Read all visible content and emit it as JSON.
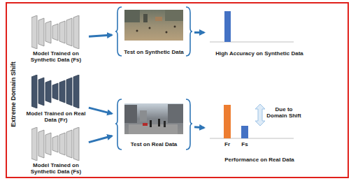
{
  "diagram": {
    "nodes": [
      {
        "text": [
          "Extreme Domain Shift"
        ]
      },
      {
        "text": [
          "Model Trained on Synthetic Data (Fs)"
        ],
        "in": 0
      },
      {
        "text": [
          "Test on Synthetic Data"
        ],
        "in": 0
      },
      {
        "text": [
          "High Accuracy on Synthetic Data"
        ],
        "in": 0
      },
      {
        "text": [
          "Model Trained on Real Data (Fr)"
        ],
        "in": 0
      },
      {
        "text": [
          "Model Trained on Synthetic Data (Fs)"
        ],
        "in": 0
      },
      {
        "text": [
          "Test on Real Data"
        ],
        "in": 0
      },
      {
        "text": [
          "Performance on Real Data"
        ],
        "in": 0
      }
    ],
    "edges": [
      {
        "from": 1,
        "to": 2,
        "arrow": "to"
      },
      {
        "from": 2,
        "to": 3,
        "arrow": "to"
      },
      {
        "from": 4,
        "to": 6,
        "arrow": "to"
      },
      {
        "from": 5,
        "to": 6,
        "arrow": "to"
      },
      {
        "from": 6,
        "to": 7,
        "arrow": "to"
      }
    ],
    "labels": [
      "Fr",
      "Fs",
      "Due to Domain Shift"
    ]
  }
}
